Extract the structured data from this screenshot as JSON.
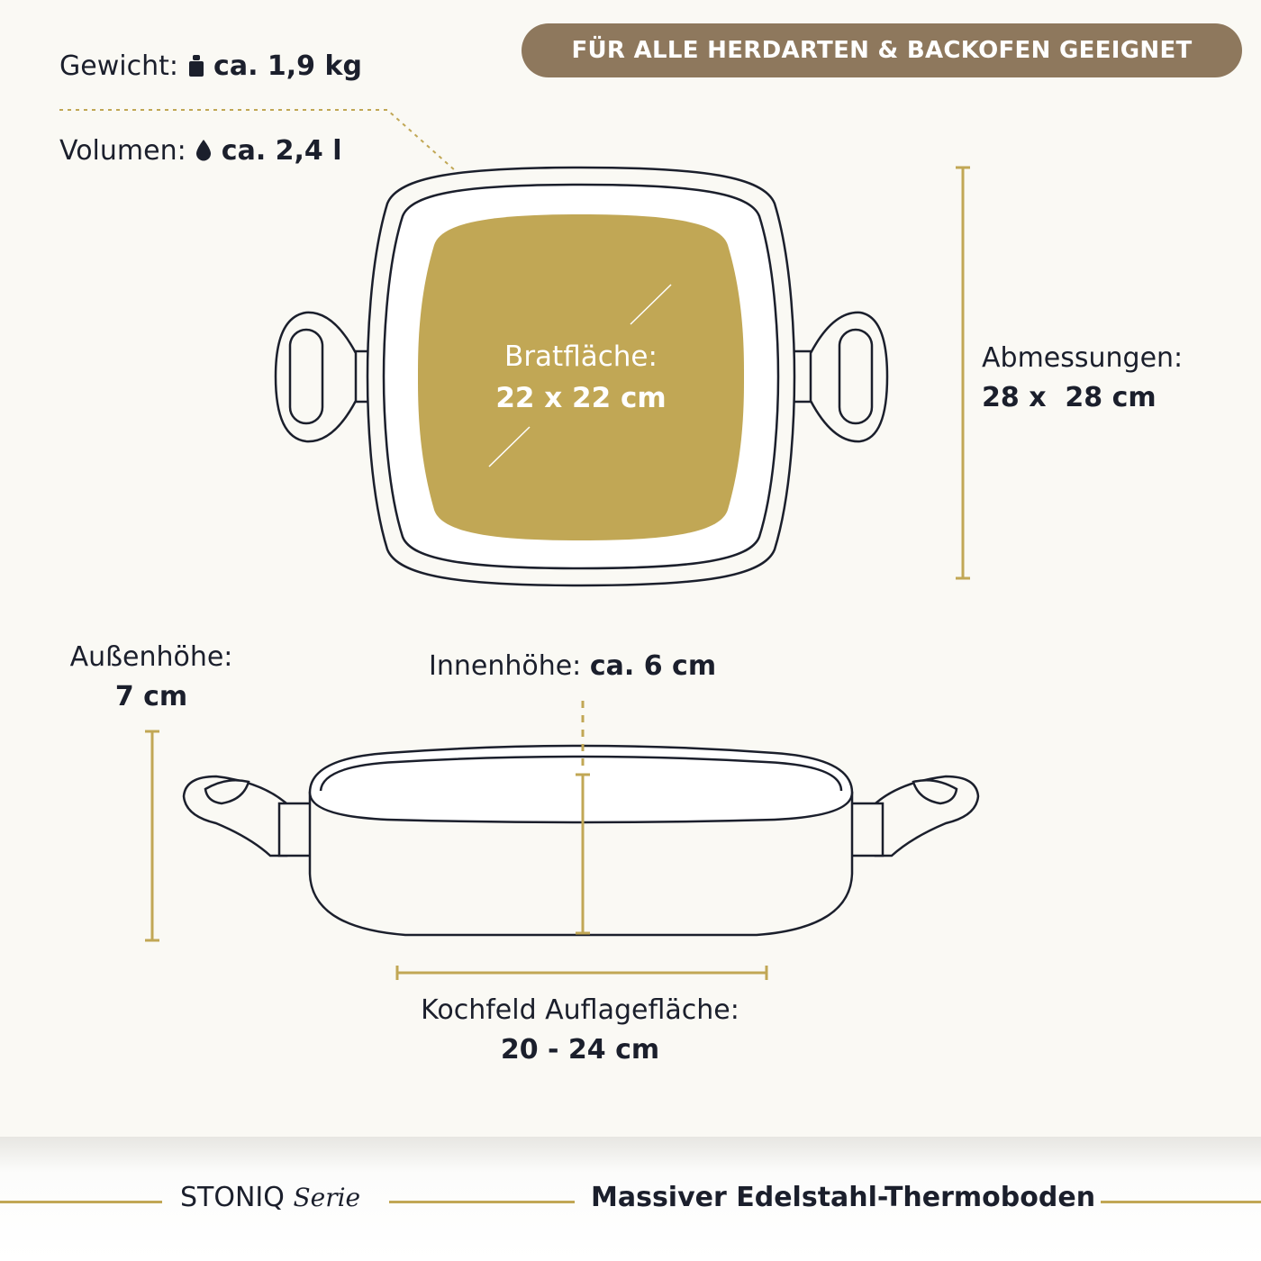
{
  "badge": {
    "text": "FÜR ALLE HERDARTEN & BACKOFEN GEEIGNET"
  },
  "specs": {
    "weight_label": "Gewicht:",
    "weight_value": "ca. 1,9 kg",
    "volume_label": "Volumen:",
    "volume_value": "ca. 2,4 l"
  },
  "top_view": {
    "cooking_surface_label": "Bratfläche:",
    "cooking_surface_value": "22 x 22 cm",
    "dimensions_label": "Abmessungen:",
    "dimensions_value": "28 x  28 cm"
  },
  "side_view": {
    "outer_height_label": "Außenhöhe:",
    "outer_height_value": "7 cm",
    "inner_height_label": "Innenhöhe:",
    "inner_height_value": "ca. 6 cm",
    "hob_contact_label": "Kochfeld Auflagefläche:",
    "hob_contact_value": "20 - 24 cm"
  },
  "footer": {
    "series_name": "STONIQ",
    "series_suffix": "Serie",
    "feature": "Massiver Edelstahl-Thermoboden"
  },
  "colors": {
    "accent_gold": "#c1a755",
    "badge_brown": "#8e785d",
    "outline_navy": "#1b1f2c",
    "background": "#faf9f4"
  }
}
